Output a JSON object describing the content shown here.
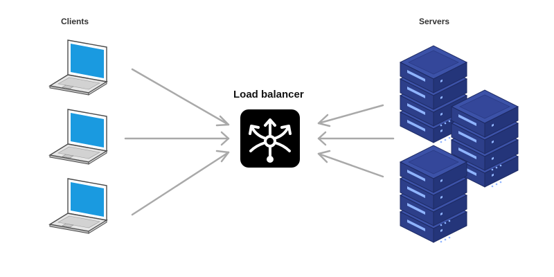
{
  "labels": {
    "clients": "Clients",
    "servers": "Servers",
    "load_balancer": "Load balancer"
  },
  "colors": {
    "arrow": "#a9a9a9",
    "screen": "#1a9ae0",
    "laptop_body": "#e6e6e6",
    "laptop_outline": "#4a4a4a",
    "lb_box": "#000000",
    "lb_icon": "#ffffff",
    "server_main": "#2d3f8a",
    "server_top": "#3c52a8",
    "server_dark": "#1d2a63",
    "server_led": "#8fb4ff"
  },
  "diagram": {
    "clients": [
      {
        "name": "client-1"
      },
      {
        "name": "client-2"
      },
      {
        "name": "client-3"
      }
    ],
    "servers": [
      {
        "name": "server-stack-1"
      },
      {
        "name": "server-stack-2"
      },
      {
        "name": "server-stack-3"
      }
    ]
  }
}
